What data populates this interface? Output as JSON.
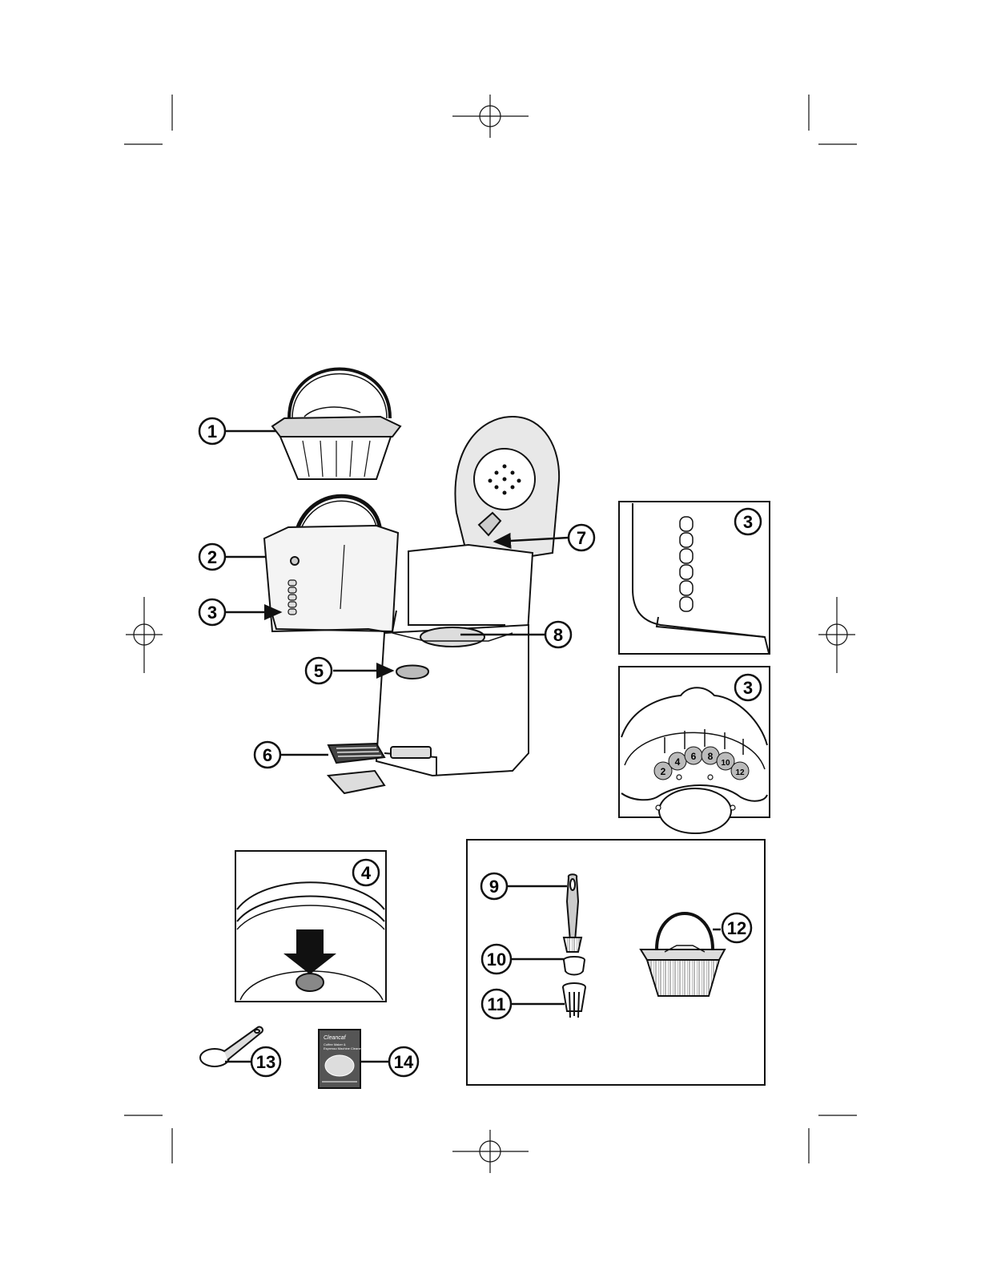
{
  "callouts": {
    "c1": "1",
    "c2": "2",
    "c3": "3",
    "c4": "4",
    "c5": "5",
    "c6": "6",
    "c7": "7",
    "c8": "8",
    "c9": "9",
    "c10": "10",
    "c11": "11",
    "c12": "12",
    "c13": "13",
    "c14": "14"
  },
  "detail_panels": {
    "water_window_label": "3",
    "cup_markings_label": "3",
    "cup_markings": [
      "2",
      "4",
      "6",
      "8",
      "10",
      "12"
    ],
    "drip_stop_label": "4"
  },
  "package": {
    "brand": "Cleancaf",
    "line1": "Coffee Maker &",
    "line2": "Espresso Machine Cleaner"
  },
  "colors": {
    "ink": "#111111",
    "fill_light": "#e6e6e6",
    "fill_mid": "#b5b5b5",
    "fill_dark": "#3a3a3a"
  }
}
